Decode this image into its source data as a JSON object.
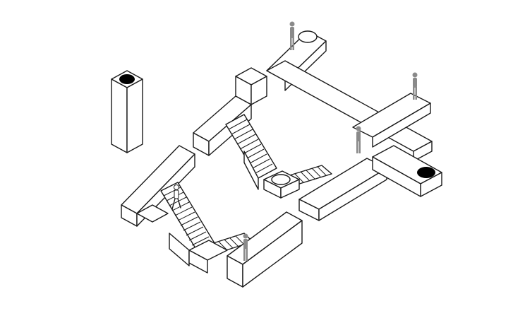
{
  "scene": {
    "style": "isometric line drawing",
    "background_color": "#ffffff",
    "line_color": "#1a1a1a",
    "figure_color": "#8a8a8a",
    "hole_color": "#000000",
    "elements": [
      {
        "kind": "tall-pillar",
        "top": "black-hole"
      },
      {
        "kind": "cross-walkway",
        "ends": [
          "white-circle",
          "black-hole"
        ]
      },
      {
        "kind": "upper-staircase",
        "direction": "down-right"
      },
      {
        "kind": "lower-staircase",
        "direction": "down-right"
      },
      {
        "kind": "white-circle-platform"
      },
      {
        "kind": "human-figure",
        "count": 5
      }
    ]
  }
}
